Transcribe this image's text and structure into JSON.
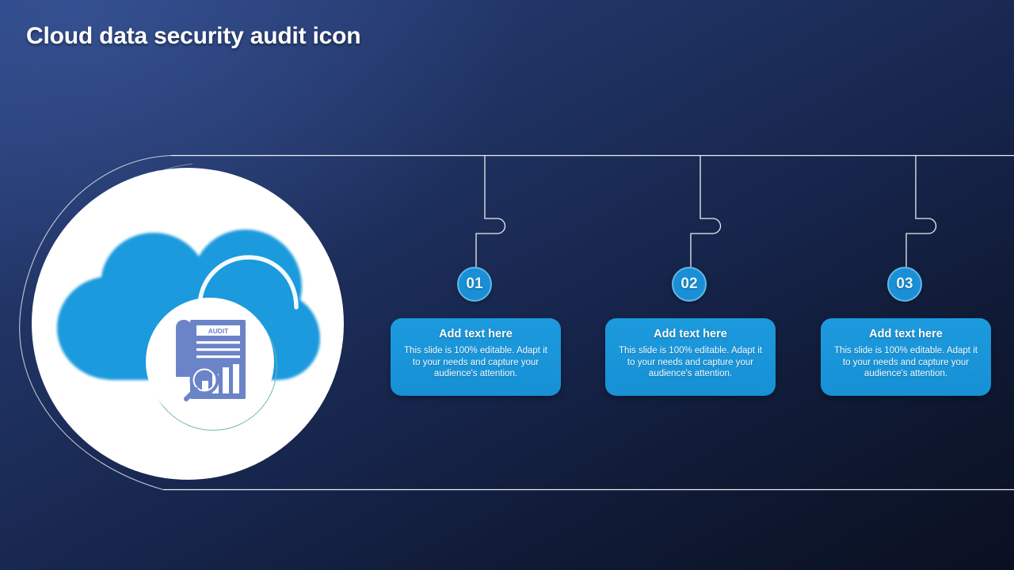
{
  "slide": {
    "title": "Cloud data security audit icon",
    "background_top_color": "#2a4380",
    "background_bottom_color": "#0a1020",
    "accent_color": "#1c9ade",
    "badge_border_color": "#5fb9e8",
    "line_color": "#ffffff"
  },
  "illustration": {
    "name": "cloud-data-audit-icon",
    "cloud_color": "#1c9ade",
    "disc_color": "#ffffff",
    "document_color": "#6b84c8",
    "ring_color": "#6fb7b4",
    "document_label": "AUDIT",
    "document_text_lines": 3,
    "chart_bars": 4,
    "has_magnifier": true,
    "has_cloud_highlight_arc": true
  },
  "steps": [
    {
      "number": "01",
      "heading": "Add text here",
      "body": "This slide is 100% editable. Adapt it to your needs and capture your audience's attention."
    },
    {
      "number": "02",
      "heading": "Add text here",
      "body": "This slide is 100% editable. Adapt it to your needs and capture your audience's attention."
    },
    {
      "number": "03",
      "heading": "Add text here",
      "body": "This slide is 100% editable. Adapt it to your needs and capture your audience's attention."
    }
  ]
}
